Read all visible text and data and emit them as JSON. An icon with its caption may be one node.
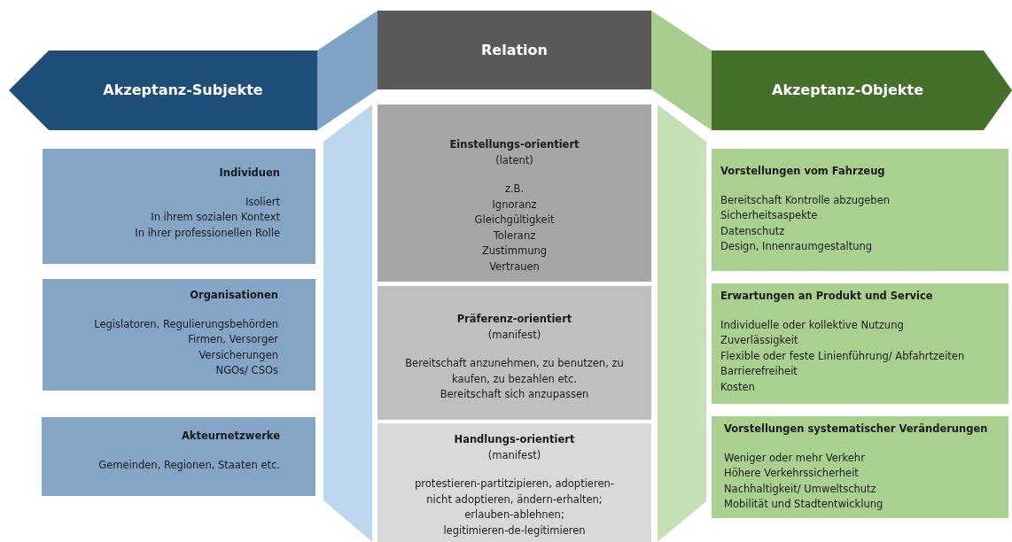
{
  "diagram": {
    "nodes": [
      {
        "text": [
          "Akzeptanz-Subjekte"
        ]
      },
      {
        "text": [
          "Relation"
        ]
      },
      {
        "text": [
          "Akzeptanz-Objekte"
        ]
      },
      {
        "text": [
          "Individuen",
          "Isoliert",
          "In ihrem sozialen Kontext",
          "In ihrer professionellen Rolle"
        ]
      },
      {
        "text": [
          "Organisationen",
          "Legislatoren, Regulierungsbehörden",
          "Firmen, Versorger",
          "Versicherungen",
          "NGOs/ CSOs"
        ]
      },
      {
        "text": [
          "Akteurnetzwerke",
          "Gemeinden, Regionen, Staaten etc."
        ]
      },
      {
        "text": [
          "Einstellungs-orientiert",
          "(latent)",
          "z.B.",
          "Ignoranz",
          "Gleichgültigkeit",
          "Toleranz",
          "Zustimmung",
          "Vertrauen"
        ]
      },
      {
        "text": [
          "Präferenz-orientiert",
          "(manifest)",
          "Bereitschaft anzunehmen, zu benutzen, zu kaufen, zu bezahlen etc.",
          "Bereitschaft sich anzupassen"
        ]
      },
      {
        "text": [
          "Handlungs-orientiert",
          "(manifest)",
          "protestieren-partitzipieren, adoptieren-nicht adoptieren, ändern-erhalten;",
          "erlauben-ablehnen;",
          "legitimieren-de-legitimieren"
        ]
      },
      {
        "text": [
          "Vorstellungen vom Fahrzeug",
          "Bereitschaft Kontrolle abzugeben",
          "Sicherheitsaspekte",
          "Datenschutz",
          "Design, Innenraumgestaltung"
        ]
      },
      {
        "text": [
          "Erwartungen an Produkt und Service",
          "Individuelle oder kollektive Nutzung",
          "Zuverlässigkeit",
          "Flexible oder feste Linienführung/ Abfahrtzeiten",
          "Barrierefreiheit",
          "Kosten"
        ]
      },
      {
        "text": [
          "Vorstellungen systematischer Veränderungen",
          "Weniger oder mehr Verkehr",
          "Höhere Verkehrssicherheit",
          "Nachhaltigkeit/ Umweltschutz",
          "Mobilität und Stadtentwicklung"
        ]
      },
      {
        "text": [],
        "shape": "band"
      },
      {
        "text": [],
        "shape": "band"
      },
      {
        "text": [],
        "shape": "band"
      },
      {
        "text": [],
        "shape": "band"
      }
    ]
  }
}
